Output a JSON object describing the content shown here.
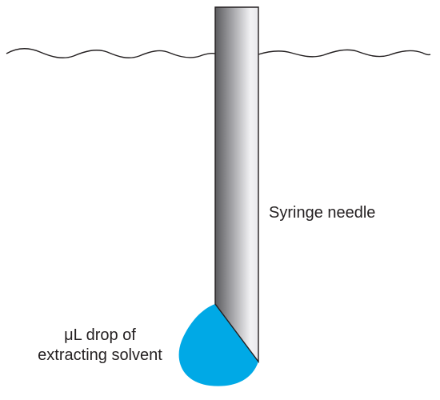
{
  "labels": {
    "needle": "Syringe needle",
    "drop_line1": "μL drop of",
    "drop_line2": "extracting solvent"
  },
  "colors": {
    "drop": "#00a9e6",
    "outline": "#231f20",
    "needle_light": "#f2f2f4",
    "needle_dark": "#5b5b5e",
    "text": "#231f20"
  }
}
